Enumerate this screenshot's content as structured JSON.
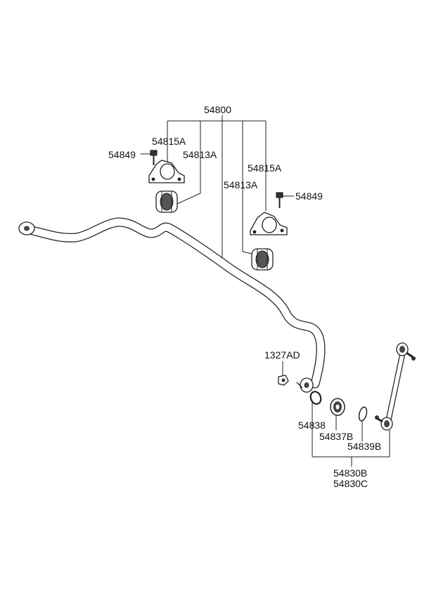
{
  "labels": {
    "assembly": "54800",
    "bracket_left": "54815A",
    "bolt_left": "54849",
    "bushing_left": "54813A",
    "bracket_right": "54815A",
    "bushing_right": "54813A",
    "bolt_right": "54849",
    "nut": "1327AD",
    "ring": "54838",
    "dust_cover": "54837B",
    "clip": "54839B",
    "link_b": "54830B",
    "link_c": "54830C"
  }
}
